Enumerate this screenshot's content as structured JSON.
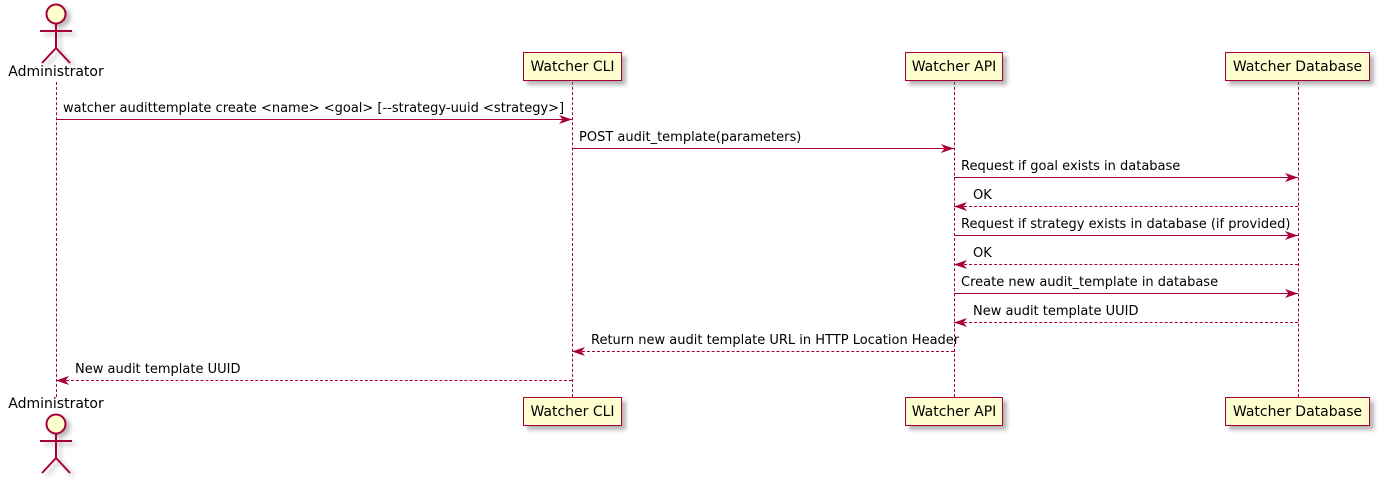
{
  "diagram": {
    "actor": {
      "id": "administrator",
      "name": "Administrator"
    },
    "participants": [
      {
        "id": "cli",
        "label": "Watcher CLI"
      },
      {
        "id": "api",
        "label": "Watcher API"
      },
      {
        "id": "db",
        "label": "Watcher Database"
      }
    ],
    "messages": [
      {
        "from": "administrator",
        "to": "cli",
        "style": "solid",
        "label": "watcher audittemplate create <name> <goal> [--strategy-uuid <strategy>]"
      },
      {
        "from": "cli",
        "to": "api",
        "style": "solid",
        "label": "POST audit_template(parameters)"
      },
      {
        "from": "api",
        "to": "db",
        "style": "solid",
        "label": "Request if goal exists in database"
      },
      {
        "from": "db",
        "to": "api",
        "style": "dashed",
        "label": "OK"
      },
      {
        "from": "api",
        "to": "db",
        "style": "solid",
        "label": "Request if strategy exists in database (if provided)"
      },
      {
        "from": "db",
        "to": "api",
        "style": "dashed",
        "label": "OK"
      },
      {
        "from": "api",
        "to": "db",
        "style": "solid",
        "label": "Create new audit_template in database"
      },
      {
        "from": "db",
        "to": "api",
        "style": "dashed",
        "label": "New audit template UUID"
      },
      {
        "from": "api",
        "to": "cli",
        "style": "dashed",
        "label": "Return new audit template URL in HTTP Location Header"
      },
      {
        "from": "cli",
        "to": "administrator",
        "style": "dashed",
        "label": "New audit template UUID"
      }
    ],
    "colors": {
      "stroke": "#A80036",
      "fill": "#FEFECE",
      "text": "#000000",
      "background": "#FFFFFF"
    }
  }
}
